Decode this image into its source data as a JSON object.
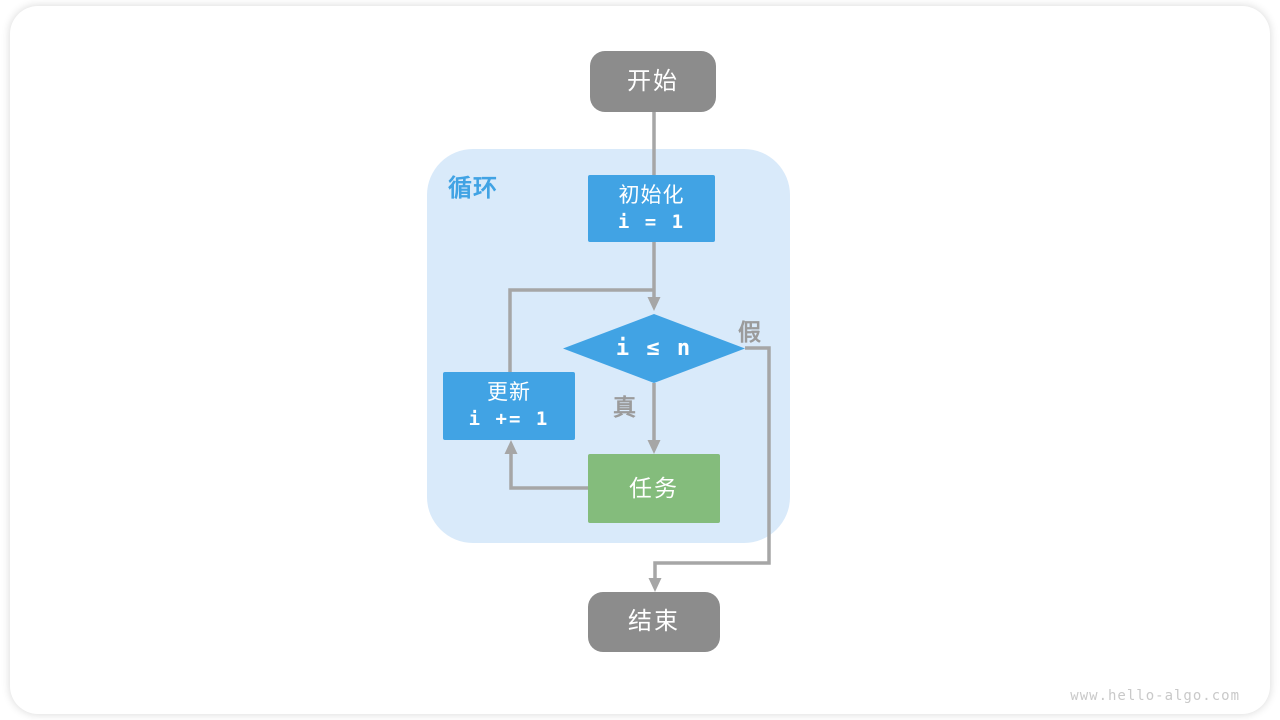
{
  "diagram": {
    "loop_container_label": "循环",
    "nodes": {
      "start": {
        "label": "开始"
      },
      "init": {
        "label": "初始化",
        "code": "i = 1"
      },
      "condition": {
        "label": "i ≤ n"
      },
      "update": {
        "label": "更新",
        "code": "i += 1"
      },
      "task": {
        "label": "任务"
      },
      "end": {
        "label": "结束"
      }
    },
    "branch_labels": {
      "true": "真",
      "false": "假"
    },
    "colors": {
      "process_blue": "#41A3E4",
      "task_green": "#84BC7C",
      "terminal_gray": "#8C8C8C",
      "loop_bg": "#D9EAFA",
      "connector_gray": "#A6A6A6",
      "branch_label_gray": "#9B9B9B",
      "watermark_gray": "#C9C9C9"
    }
  },
  "footer": {
    "watermark": "www.hello-algo.com"
  }
}
